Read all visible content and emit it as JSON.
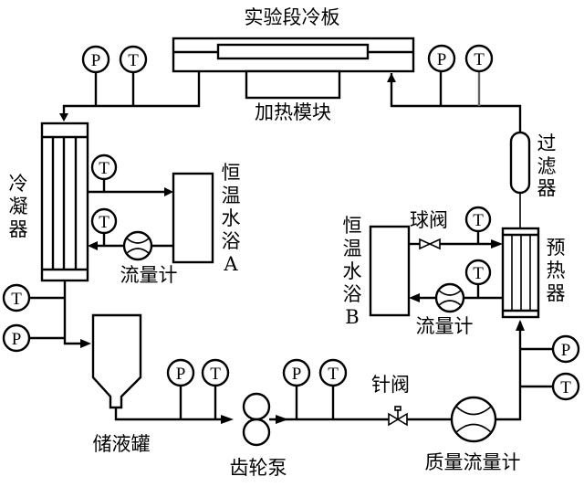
{
  "title": "实验段冷板",
  "components": {
    "cold_plate": "实验段冷板",
    "heating_module": "加热模块",
    "condenser": "冷凝器",
    "water_bath_a": [
      "恒",
      "温",
      "水",
      "浴",
      "A"
    ],
    "flowmeter_a": "流量计",
    "filter": [
      "过",
      "滤",
      "器"
    ],
    "preheater": [
      "预",
      "热",
      "器"
    ],
    "water_bath_b": [
      "恒",
      "温",
      "水",
      "浴",
      "B"
    ],
    "ball_valve": "球阀",
    "flowmeter_b": "流量计",
    "reservoir": "储液罐",
    "gear_pump": "齿轮泵",
    "needle_valve": "针阀",
    "mass_flowmeter": "质量流量计"
  },
  "gauges": {
    "pressure": "P",
    "temperature": "T"
  },
  "condenser_label": [
    "冷",
    "凝",
    "器"
  ]
}
